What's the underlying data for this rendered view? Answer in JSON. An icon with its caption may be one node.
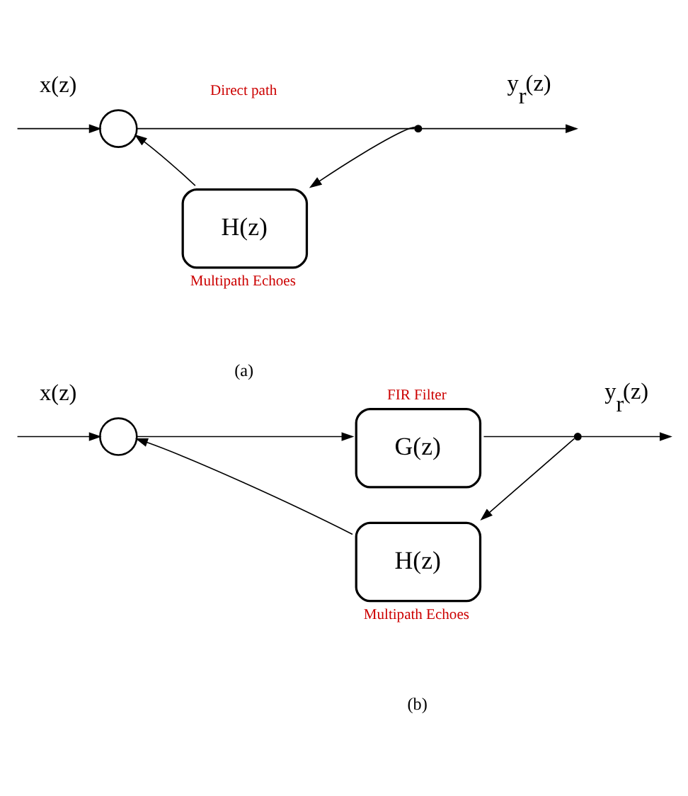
{
  "diagram": {
    "nodes": [
      {
        "text": [],
        "shape": "circle"
      },
      {
        "text": [],
        "shape": "dot"
      },
      {
        "text": [
          "H(z)"
        ],
        "beside": [
          "Multipath Echoes"
        ]
      },
      {
        "text": [],
        "shape": "circle"
      },
      {
        "text": [
          "G(z)"
        ],
        "beside": [
          "FIR Filter"
        ]
      },
      {
        "text": [],
        "shape": "dot"
      },
      {
        "text": [
          "H(z)"
        ],
        "beside": [
          "Multipath Echoes"
        ]
      }
    ],
    "edges": [
      {
        "from": null,
        "to": 0,
        "arrow": "to",
        "label": "x(z)"
      },
      {
        "from": 0,
        "to": 1,
        "arrow": "none",
        "label": "Direct path"
      },
      {
        "from": 1,
        "to": null,
        "arrow": "to",
        "label": "y$_{r}$(z)"
      },
      {
        "from": 1,
        "to": 2,
        "arrow": "to"
      },
      {
        "from": 2,
        "to": 0,
        "arrow": "to"
      },
      {
        "from": null,
        "to": 3,
        "arrow": "to",
        "label": "x(z)"
      },
      {
        "from": 3,
        "to": 4,
        "arrow": "to"
      },
      {
        "from": 4,
        "to": 5,
        "arrow": "none"
      },
      {
        "from": 5,
        "to": null,
        "arrow": "to",
        "label": "y$_{r}$(z)"
      },
      {
        "from": 5,
        "to": 6,
        "arrow": "to"
      },
      {
        "from": 6,
        "to": 3,
        "arrow": "to"
      }
    ],
    "labels": [
      "(a)",
      "(b)"
    ]
  }
}
